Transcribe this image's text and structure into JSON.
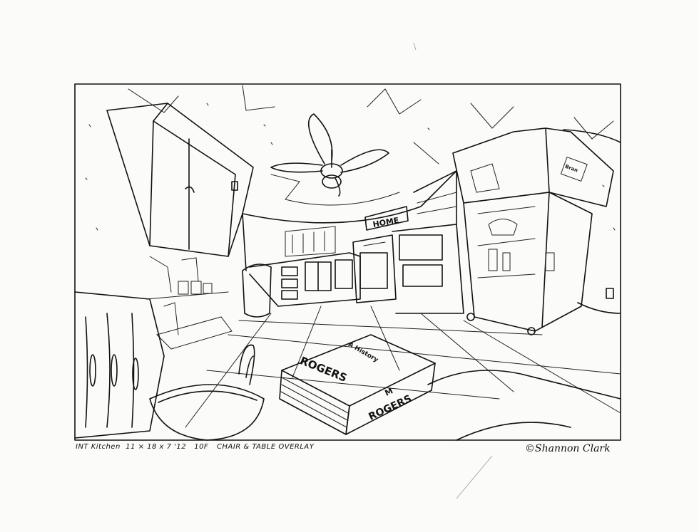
{
  "caption": {
    "scene": "INT Kitchen",
    "size": "11 × 18 x 7 '12",
    "field": "10F",
    "overlay": "CHAIR & TABLE OVERLAY",
    "signature": "©Shannon Clark"
  },
  "props": {
    "home_sign": "HOME",
    "book_cover_top": "ROGERS",
    "book_cover_band": "A History",
    "book_spine_1": "M",
    "book_spine_2": "ROGERS",
    "fridge_box": "Bran"
  },
  "colors": {
    "ink": "#111111",
    "paper": "#fbfbf9"
  }
}
